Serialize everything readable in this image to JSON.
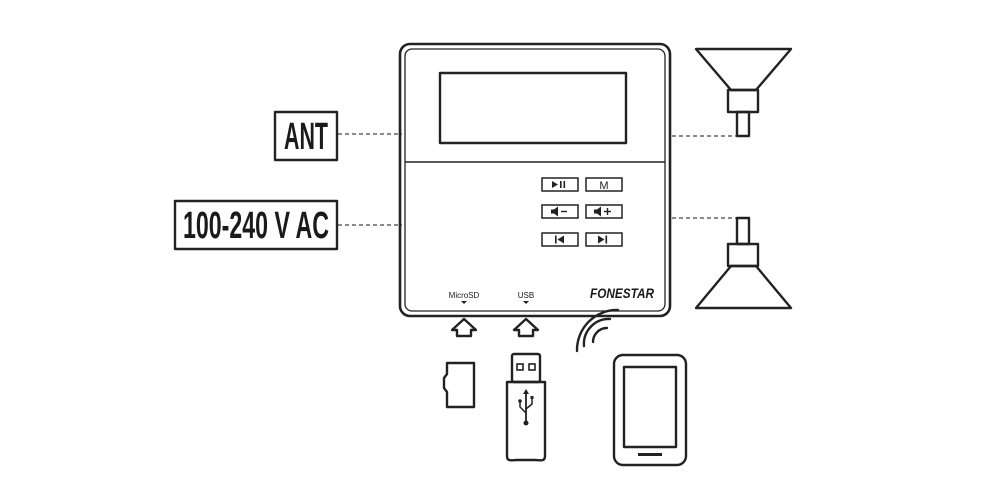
{
  "labels": {
    "antenna": "ANT",
    "power": "100-240 V AC"
  },
  "ports": {
    "microsd": "MicroSD",
    "usb": "USB"
  },
  "brand": "FONESTAR",
  "buttons": [
    {
      "name": "play-pause-button",
      "icon": "play-pause-icon"
    },
    {
      "name": "mode-button",
      "icon": "mode-icon",
      "text": "M"
    },
    {
      "name": "volume-down-button",
      "icon": "volume-down-icon"
    },
    {
      "name": "volume-up-button",
      "icon": "volume-up-icon"
    },
    {
      "name": "previous-button",
      "icon": "previous-icon"
    },
    {
      "name": "next-button",
      "icon": "next-icon"
    }
  ],
  "colors": {
    "line": "#222222",
    "background": "#ffffff"
  }
}
